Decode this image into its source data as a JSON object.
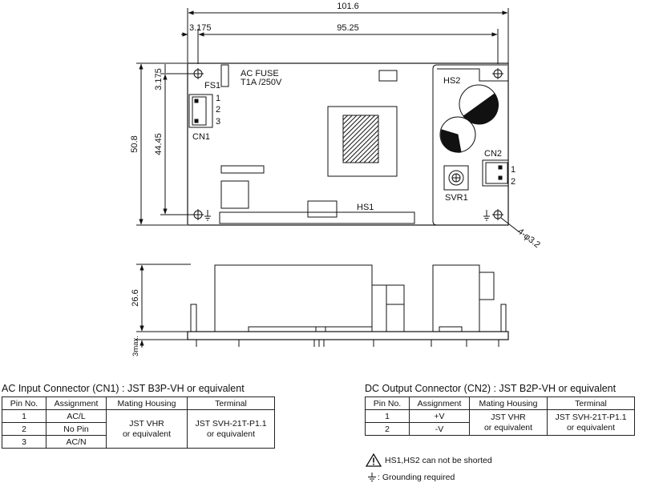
{
  "dims": {
    "overall_width": "101.6",
    "hole_offset": "3.175",
    "hole_span": "95.25",
    "overall_height": "50.8",
    "top_offset": "3.175",
    "hole_span_v": "44.45",
    "side_height": "26.6",
    "side_clearance": "3max.",
    "hole_spec": "4-φ3.2"
  },
  "board_labels": {
    "fuse_name": "AC FUSE",
    "fuse_rating": "T1A /250V",
    "fs1": "FS1",
    "cn1": "CN1",
    "cn2": "CN2",
    "hs1": "HS1",
    "hs2": "HS2",
    "svr1": "SVR1",
    "cn1_pin1": "1",
    "cn1_pin2": "2",
    "cn1_pin3": "3",
    "cn2_pin1": "1",
    "cn2_pin2": "2"
  },
  "ac_table": {
    "title": "AC Input Connector (CN1) : JST B3P-VH or equivalent",
    "headers": [
      "Pin No.",
      "Assignment",
      "Mating Housing",
      "Terminal"
    ],
    "rows": [
      {
        "pin": "1",
        "assignment": "AC/L"
      },
      {
        "pin": "2",
        "assignment": "No Pin"
      },
      {
        "pin": "3",
        "assignment": "AC/N"
      }
    ],
    "housing_line1": "JST VHR",
    "housing_line2": "or equivalent",
    "terminal_line1": "JST SVH-21T-P1.1",
    "terminal_line2": "or equivalent"
  },
  "dc_table": {
    "title": "DC Output Connector (CN2) : JST B2P-VH or equivalent",
    "headers": [
      "Pin No.",
      "Assignment",
      "Mating Housing",
      "Terminal"
    ],
    "rows": [
      {
        "pin": "1",
        "assignment": "+V"
      },
      {
        "pin": "2",
        "assignment": "-V"
      }
    ],
    "housing_line1": "JST VHR",
    "housing_line2": "or equivalent",
    "terminal_line1": "JST SVH-21T-P1.1",
    "terminal_line2": "or equivalent"
  },
  "notes": {
    "warning_text": "HS1,HS2 can not be shorted",
    "ground_text": ": Grounding required"
  },
  "icons": {
    "warning": "warning-triangle-icon",
    "ground": "ground-symbol-icon"
  }
}
